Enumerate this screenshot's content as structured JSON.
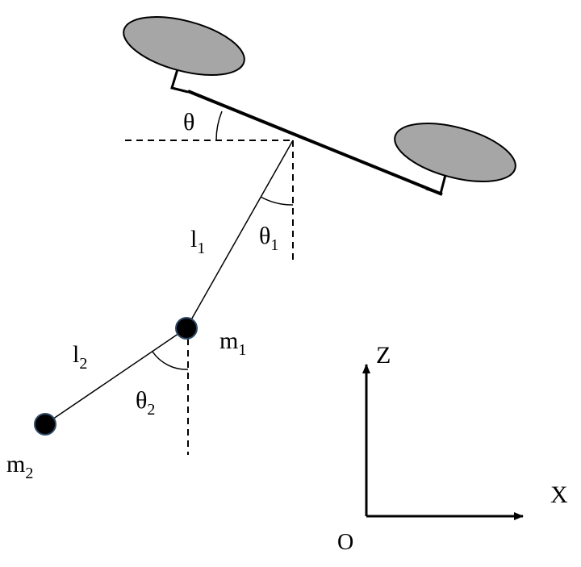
{
  "diagram": {
    "labels": {
      "theta": "θ",
      "l1_base": "l",
      "l1_sub": "1",
      "theta1_base": "θ",
      "theta1_sub": "1",
      "m1_base": "m",
      "m1_sub": "1",
      "l2_base": "l",
      "l2_sub": "2",
      "theta2_base": "θ",
      "theta2_sub": "2",
      "m2_base": "m",
      "m2_sub": "2",
      "axis_z": "Z",
      "axis_x": "X",
      "origin": "O"
    },
    "colors": {
      "rotor_fill": "#a6a6a6",
      "mass_fill": "#000000",
      "mass_stroke": "#2f4a66",
      "line": "#000000"
    },
    "icons": {
      "rotor": "ellipse-rotor",
      "mass": "filled-circle",
      "axis_arrow": "arrowhead"
    }
  }
}
